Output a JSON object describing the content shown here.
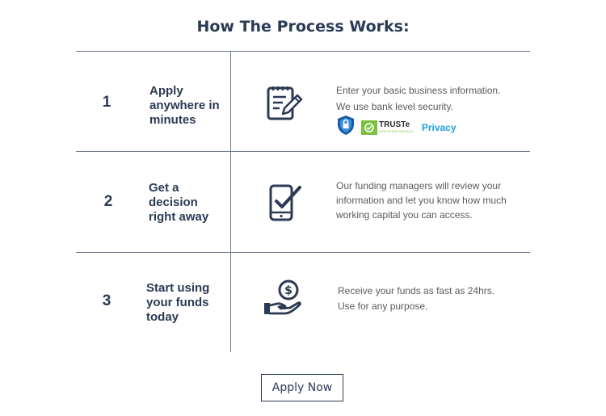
{
  "title": "How The Process Works:",
  "steps": [
    {
      "number": "1",
      "label_lines": [
        "Apply",
        "anywhere in",
        "minutes"
      ],
      "icon": "document-pencil-icon",
      "desc_lines": [
        "Enter your basic business information.",
        "We use bank level security."
      ]
    },
    {
      "number": "2",
      "label_lines": [
        "Get a",
        "decision",
        "right away"
      ],
      "icon": "phone-check-icon",
      "desc_lines": [
        "Our funding managers will review your",
        "information and let you  know how much",
        "working capital you can access."
      ]
    },
    {
      "number": "3",
      "label_lines": [
        "Start using",
        "your funds",
        "today"
      ],
      "icon": "hand-coin-dollar-icon",
      "desc_lines": [
        "Receive your funds as fast as 24hrs.",
        "Use for any purpose."
      ]
    }
  ],
  "badges": {
    "truste_name": "TRUSTe",
    "truste_sub": "CERTIFIED PRIVACY",
    "privacy_label": "Privacy"
  },
  "cta": {
    "label": "Apply Now"
  },
  "colors": {
    "navy": "#2b3a55",
    "line": "#6b7790",
    "privacy_blue": "#1ea0e0",
    "truste_green": "#7cc142"
  }
}
